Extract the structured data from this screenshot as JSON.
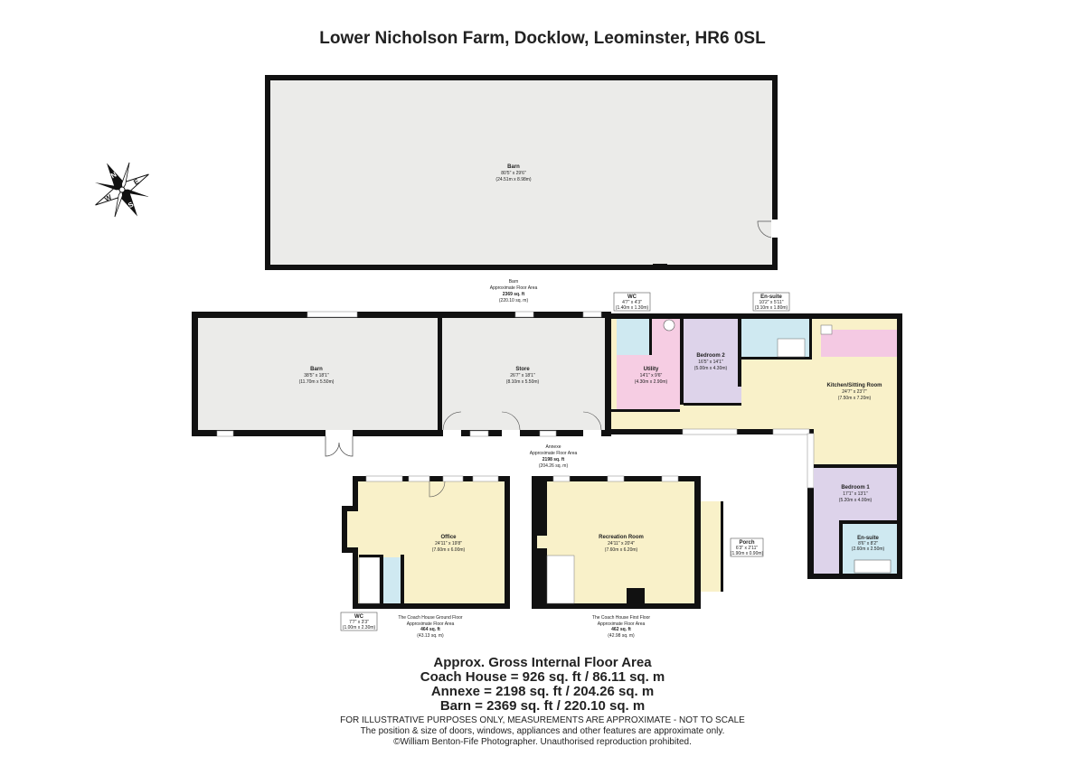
{
  "title": "Lower Nicholson Farm, Docklow, Leominster, HR6 0SL",
  "colors": {
    "wall": "#111111",
    "barn_floor": "#ebebe9",
    "wet_room": "#cfe9f1",
    "utility": "#f6cde3",
    "bedroom": "#ddd3ea",
    "living": "#f9f1c9",
    "kitchen_counter": "#f4c9e3"
  },
  "compass": {
    "icon": "compass-rose-icon",
    "letters": [
      "N",
      "E",
      "S",
      "W"
    ]
  },
  "barn_main": {
    "name": "Barn",
    "imperial": "80'5\" x 29'6\"",
    "metric": "(24.51m x 8.98m)"
  },
  "barn_area": {
    "name": "Barn",
    "label": "Approximate Floor Area",
    "sqft": "2369 sq. ft",
    "sqm": "(220.10 sq. m)"
  },
  "annexe_rooms": {
    "barn": {
      "name": "Barn",
      "imperial": "38'5\" x 18'1\"",
      "metric": "(11.70m x 5.50m)"
    },
    "store": {
      "name": "Store",
      "imperial": "26'7\" x 18'1\"",
      "metric": "(8.10m x 5.50m)"
    },
    "wc": {
      "name": "WC",
      "imperial": "4'7\" x 4'3\"",
      "metric": "(1.40m x 1.30m)"
    },
    "utility": {
      "name": "Utility",
      "imperial": "14'1\" x 9'6\"",
      "metric": "(4.30m x 2.90m)"
    },
    "bedroom2": {
      "name": "Bedroom 2",
      "imperial": "16'5\" x 14'1\"",
      "metric": "(5.00m x 4.30m)"
    },
    "ensuite_top": {
      "name": "En-suite",
      "imperial": "10'2\" x 5'11\"",
      "metric": "(3.10m x 1.80m)"
    },
    "kitchen": {
      "name": "Kitchen/Sitting Room",
      "imperial": "24'7\" x 23'7\"",
      "metric": "(7.50m x 7.20m)"
    },
    "bedroom1": {
      "name": "Bedroom 1",
      "imperial": "17'1\" x 13'1\"",
      "metric": "(5.20m x 4.00m)"
    },
    "ensuite_bottom": {
      "name": "En-suite",
      "imperial": "8'6\" x 8'2\"",
      "metric": "(2.60m x 2.50m)"
    }
  },
  "annexe_area": {
    "name": "Annexe",
    "label": "Approximate Floor Area",
    "sqft": "2198 sq. ft",
    "sqm": "(204.26 sq. m)"
  },
  "coach_ground": {
    "office": {
      "name": "Office",
      "imperial": "24'11\" x 19'8\"",
      "metric": "(7.60m x 6.00m)"
    },
    "wc": {
      "name": "WC",
      "imperial": "7'7\" x 3'3\"",
      "metric": "(1.00m x 2.30m)"
    },
    "area": {
      "name": "The Coach House Ground Floor",
      "label": "Approximate Floor Area",
      "sqft": "464 sq. ft",
      "sqm": "(43.13 sq. m)"
    }
  },
  "coach_first": {
    "recreation": {
      "name": "Recreation Room",
      "imperial": "24'11\" x 20'4\"",
      "metric": "(7.60m x 6.20m)"
    },
    "porch": {
      "name": "Porch",
      "imperial": "6'3\" x 2'11\"",
      "metric": "(1.90m x 0.90m)"
    },
    "area": {
      "name": "The Coach House First Floor",
      "label": "Approximate Floor Area",
      "sqft": "462 sq. ft",
      "sqm": "(42.98 sq. m)"
    }
  },
  "summary": {
    "heading": "Approx. Gross Internal Floor Area",
    "coach_house": "Coach House = 926 sq. ft / 86.11 sq. m",
    "annexe": "Annexe = 2198 sq. ft / 204.26 sq. m",
    "barn": "Barn = 2369 sq. ft / 220.10 sq. m"
  },
  "disclaimer": {
    "line1": "FOR ILLUSTRATIVE PURPOSES ONLY, MEASUREMENTS ARE APPROXIMATE - NOT TO SCALE",
    "line2": "The position & size of doors, windows, appliances and other features are approximate only.",
    "line3": "©William Benton-Fife Photographer. Unauthorised reproduction prohibited."
  }
}
